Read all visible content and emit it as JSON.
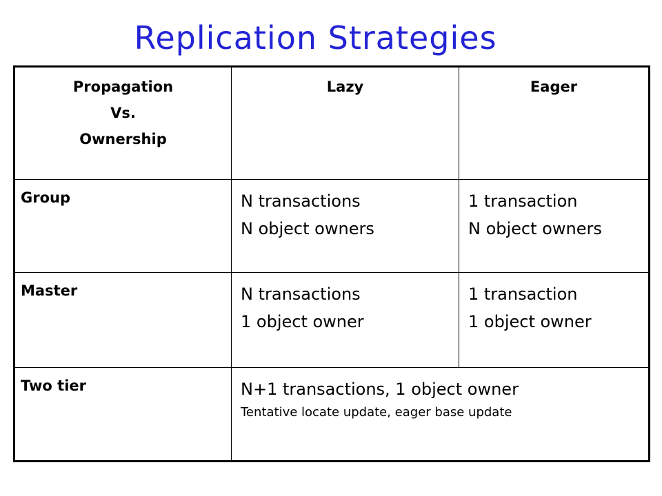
{
  "title": "Replication Strategies",
  "table": {
    "corner_header": [
      "Propagation",
      "Vs.",
      "Ownership"
    ],
    "column_headers": [
      "Lazy",
      "Eager"
    ],
    "rows": [
      {
        "label": "Group",
        "lazy": [
          "N transactions",
          "N object owners"
        ],
        "eager": [
          "1 transaction",
          "N object owners"
        ]
      },
      {
        "label": "Master",
        "lazy": [
          "N transactions",
          "1 object owner"
        ],
        "eager": [
          "1 transaction",
          "1 object owner"
        ]
      },
      {
        "label": "Two tier",
        "merged": [
          "N+1 transactions, 1 object owner",
          "Tentative locate update, eager base update"
        ]
      }
    ]
  }
}
